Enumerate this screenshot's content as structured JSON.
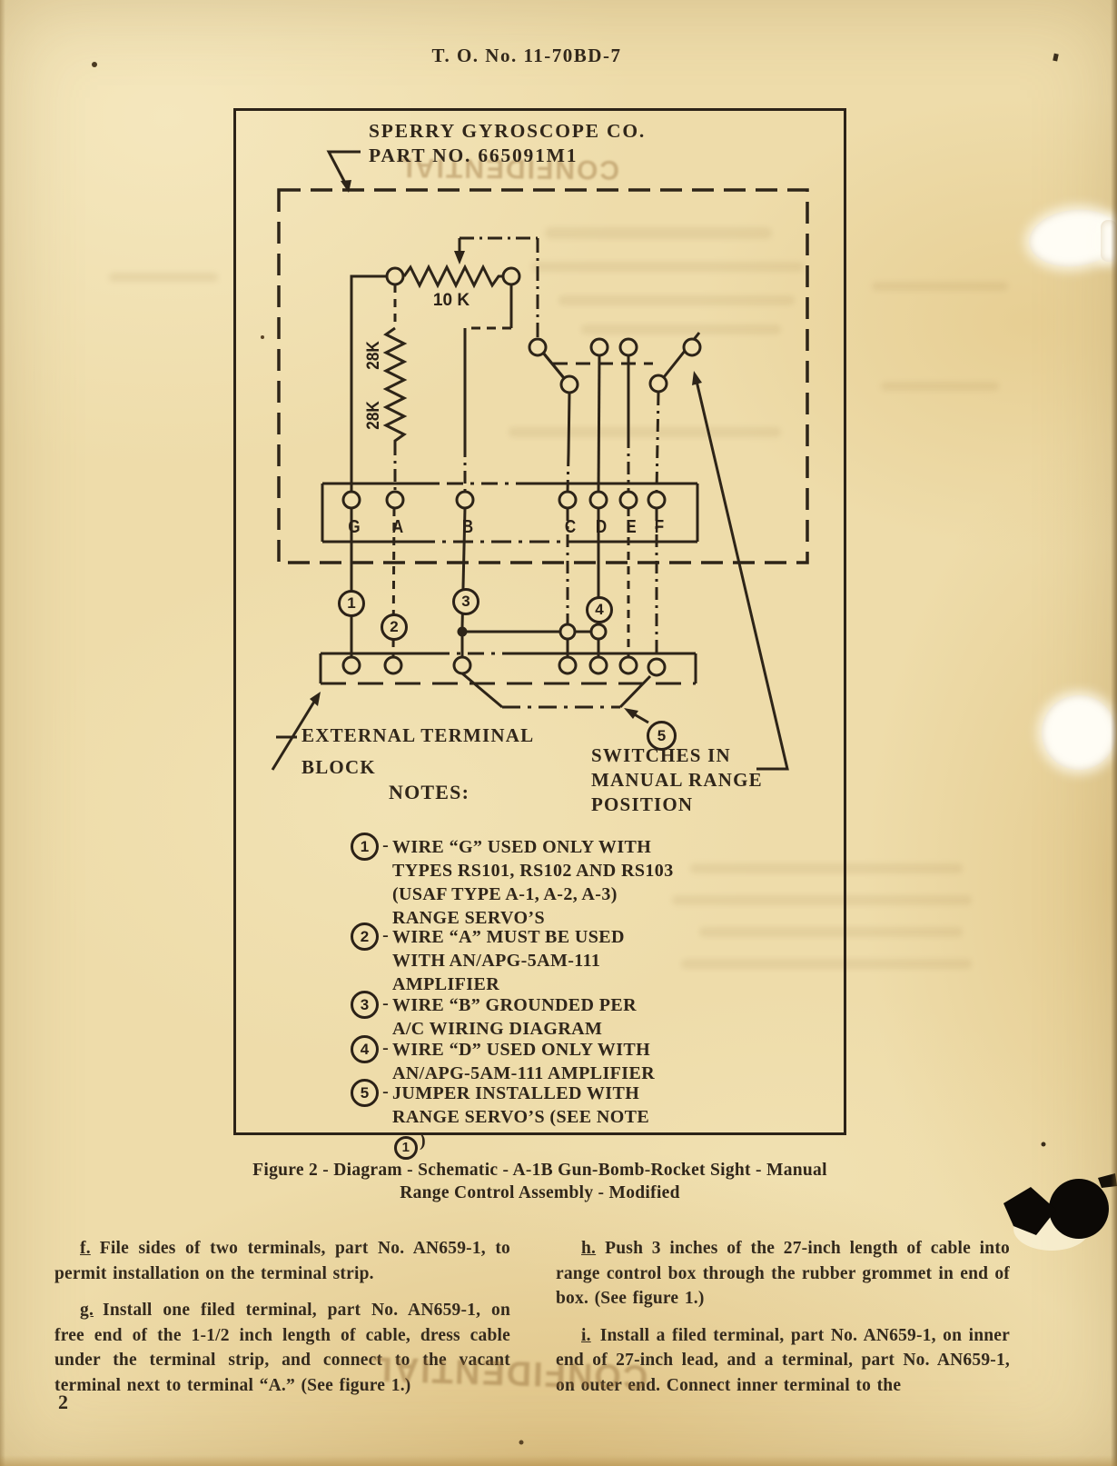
{
  "page": {
    "header": "T. O. No. 11-70BD-7",
    "page_number": "2",
    "stamp_text": "CONFIDENTIAL"
  },
  "figure": {
    "maker_line1": "SPERRY GYROSCOPE CO.",
    "maker_line2": "PART NO. 665091M1",
    "pot_value": "10 K",
    "resistor_value_upper": "28K",
    "resistor_value_lower": "28K",
    "terminals": [
      "G",
      "A",
      "B",
      "C",
      "D",
      "E",
      "F"
    ],
    "callouts": [
      "1",
      "2",
      "3",
      "4",
      "5"
    ],
    "external_block_label": [
      "EXTERNAL TERMINAL",
      "BLOCK"
    ],
    "switches_label": [
      "SWITCHES IN",
      "MANUAL RANGE",
      "POSITION"
    ],
    "notes_title": "NOTES:",
    "notes": [
      {
        "num": "1",
        "dash": "-",
        "lines": [
          "WIRE “G” USED ONLY WITH",
          "TYPES RS101, RS102 AND RS103",
          "(USAF TYPE A-1, A-2, A-3)",
          "RANGE SERVO’S"
        ]
      },
      {
        "num": "2",
        "dash": "-",
        "lines": [
          "WIRE “A” MUST BE USED",
          "WITH AN/APG-5AM-111",
          "AMPLIFIER"
        ]
      },
      {
        "num": "3",
        "dash": "-",
        "lines": [
          "WIRE “B” GROUNDED PER",
          "A/C WIRING DIAGRAM"
        ]
      },
      {
        "num": "4",
        "dash": "-",
        "lines": [
          "WIRE “D” USED ONLY WITH",
          "AN/APG-5AM-111 AMPLIFIER"
        ]
      },
      {
        "num": "5",
        "dash": "-",
        "lines": [
          "JUMPER INSTALLED WITH",
          "RANGE SERVO’S (SEE NOTE"
        ],
        "ref_num": "1",
        "ref_close": ")"
      }
    ],
    "caption_line1": "Figure 2 - Diagram - Schematic - A-1B Gun-Bomb-Rocket Sight - Manual",
    "caption_line2": "Range Control Assembly - Modified"
  },
  "body_text": {
    "left": [
      {
        "label": "f.",
        "text": "File sides of two terminals, part No. AN659-1, to permit installation on the terminal strip."
      },
      {
        "label": "g.",
        "text": "Install one filed terminal, part No. AN659-1, on free end of the 1-1/2 inch length of cable, dress cable under the terminal strip, and connect to the vacant terminal next to terminal “A.” (See figure 1.)"
      }
    ],
    "right": [
      {
        "label": "h.",
        "text": "Push 3 inches of the 27-inch length of cable into range control box through the rubber grommet in end of box. (See figure 1.)"
      },
      {
        "label": "i.",
        "text": "Install a filed terminal, part No. AN659-1, on inner end of 27-inch lead, and a terminal, part No. AN659-1, on outer end. Connect inner terminal to the"
      }
    ]
  }
}
